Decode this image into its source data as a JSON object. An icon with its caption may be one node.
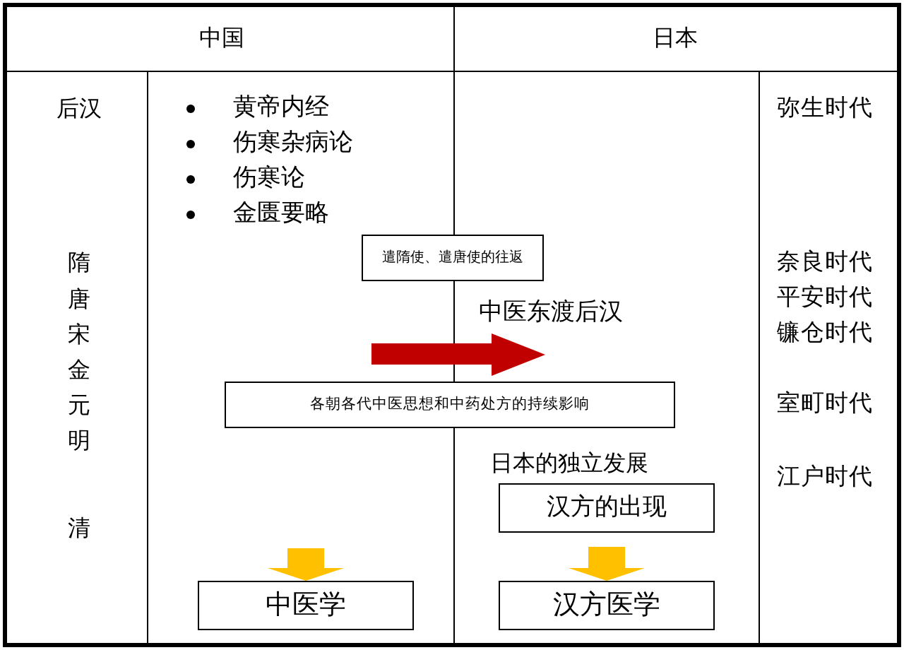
{
  "diagram": {
    "nodes": [
      {
        "text": [
          "遣隋使、遣唐使的往返"
        ]
      },
      {
        "text": [
          "各朝各代中医思想和中药处方的持续影响"
        ]
      },
      {
        "text": [
          "汉方的出现"
        ]
      },
      {
        "text": [
          "中医学"
        ]
      },
      {
        "text": [
          "汉方医学"
        ]
      }
    ],
    "edges": [
      {
        "from": null,
        "to": 3,
        "arrow": "to"
      },
      {
        "from": 2,
        "to": 4,
        "arrow": "to"
      }
    ],
    "labels": [
      "中国",
      "日本",
      "后汉",
      "黄帝内经",
      "弥生时代",
      "伤寒杂病论",
      "伤寒论",
      "金匮要略",
      "隋",
      "奈良时代",
      "唐",
      "平安时代",
      "中医东渡后汉",
      "宋",
      "镰仓时代",
      "金",
      "元",
      "室町时代",
      "明",
      "日本的独立发展",
      "江户时代",
      "清"
    ]
  }
}
